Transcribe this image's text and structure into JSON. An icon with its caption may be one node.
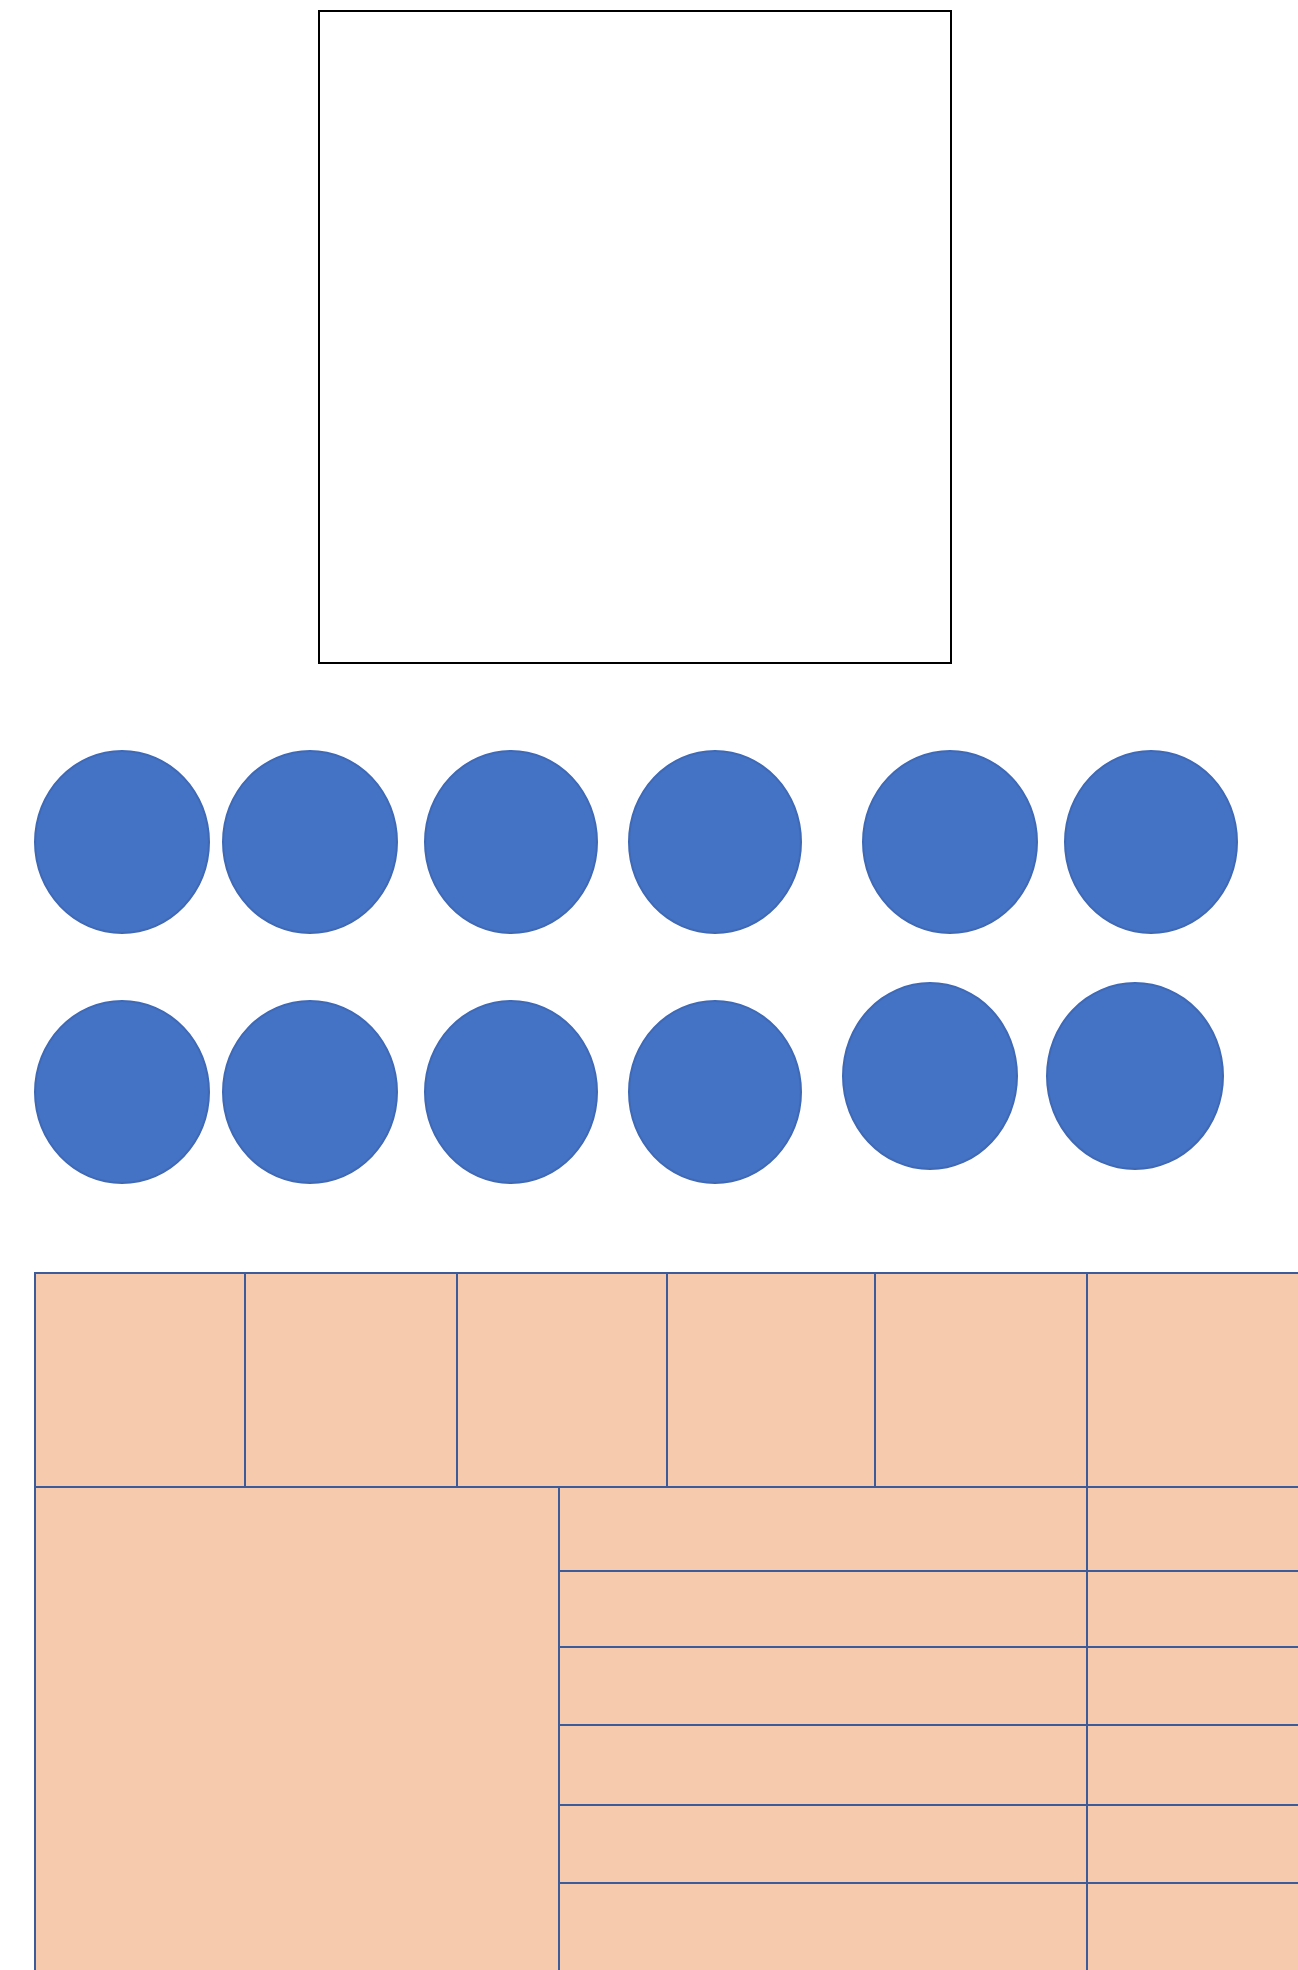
{
  "diagram": {
    "nodes": [
      {
        "text": [],
        "shape": "box"
      },
      {
        "text": [],
        "shape": "circle"
      },
      {
        "text": [],
        "shape": "circle"
      },
      {
        "text": [],
        "shape": "circle"
      },
      {
        "text": [],
        "shape": "circle"
      },
      {
        "text": [],
        "shape": "circle"
      },
      {
        "text": [],
        "shape": "circle"
      },
      {
        "text": [],
        "shape": "circle"
      },
      {
        "text": [],
        "shape": "circle"
      },
      {
        "text": [],
        "shape": "circle"
      },
      {
        "text": [],
        "shape": "circle"
      },
      {
        "text": [],
        "shape": "circle"
      },
      {
        "text": [],
        "shape": "circle"
      },
      {
        "text": [],
        "shape": "box"
      },
      {
        "text": [],
        "shape": "box"
      },
      {
        "text": [],
        "shape": "box"
      },
      {
        "text": [],
        "shape": "box"
      },
      {
        "text": [],
        "shape": "box"
      },
      {
        "text": [],
        "shape": "box"
      },
      {
        "text": [],
        "shape": "box"
      },
      {
        "text": [],
        "shape": "box"
      },
      {
        "text": [],
        "shape": "box"
      },
      {
        "text": [],
        "shape": "box"
      },
      {
        "text": [],
        "shape": "box"
      },
      {
        "text": [],
        "shape": "box"
      },
      {
        "text": [],
        "shape": "box"
      },
      {
        "text": [],
        "shape": "box"
      },
      {
        "text": [],
        "shape": "box"
      },
      {
        "text": [],
        "shape": "box"
      },
      {
        "text": [],
        "shape": "box"
      },
      {
        "text": [],
        "shape": "box"
      },
      {
        "text": [],
        "shape": "box"
      }
    ]
  }
}
